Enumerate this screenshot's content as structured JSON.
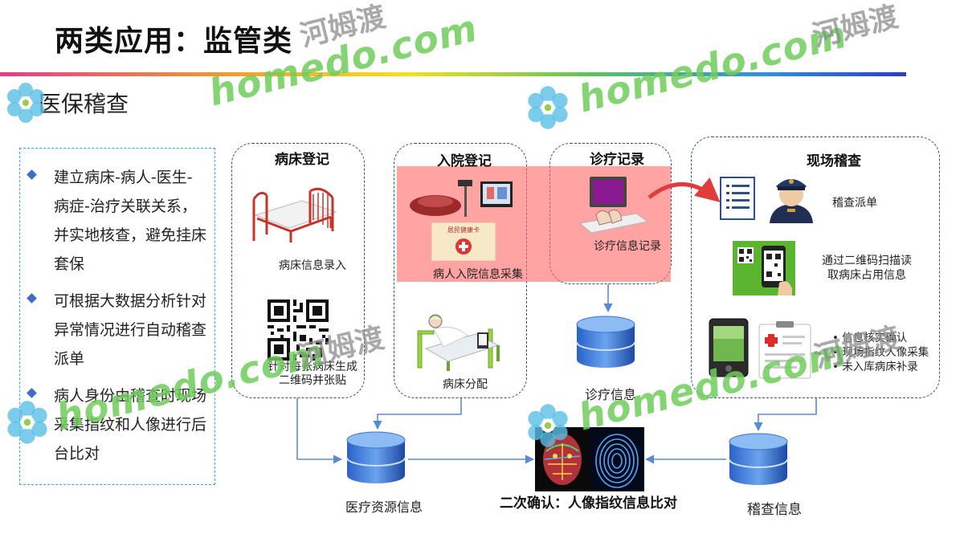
{
  "title": "两类应用：监管类",
  "section": "医保稽查",
  "bullets": [
    "建立病床-病人-医生-病症-治疗关联关系，并实地核查，避免挂床套保",
    "可根据大数据分析针对异常情况进行自动稽查派单",
    "病人身份由稽查时现场采集指纹和人像进行后台比对"
  ],
  "boxes": {
    "bed_reg": {
      "title": "病床登记",
      "item1": "病床信息录入",
      "item2_line1": "针对每张病床生成",
      "item2_line2": "二维码并张贴"
    },
    "admission": {
      "title": "入院登记",
      "item1": "病人入院信息采集",
      "item2": "病床分配",
      "card_text": "居民健康卡"
    },
    "diagnosis": {
      "title": "诊疗记录",
      "item1": "诊疗信息记录",
      "db": "诊疗信息"
    },
    "inspection": {
      "title": "现场稽查",
      "item1": "稽查派单",
      "item2_line1": "通过二维码扫描读",
      "item2_line2": "取病床占用信息",
      "list": [
        "信息核实确认",
        "现场指纹人像采集",
        "未入库病床补录"
      ]
    }
  },
  "bottom": {
    "db_left": "医疗资源信息",
    "caption": "二次确认：人像指纹信息比对",
    "db_right": "稽查信息"
  },
  "watermark": {
    "en": "homedo.com",
    "cn": "河姆渡"
  },
  "colors": {
    "accent_blue": "#2d4f8a",
    "highlight": "#ff6b6b",
    "bullet": "#3c6ec9",
    "watermark_green": "#6ecd5a"
  }
}
